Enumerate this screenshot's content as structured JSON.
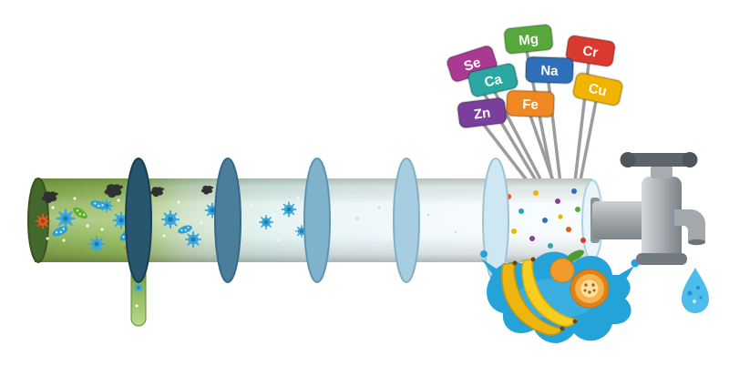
{
  "illustration": {
    "mineral_signs": [
      {
        "label": "Se",
        "color": "#a93a92"
      },
      {
        "label": "Mg",
        "color": "#57a83b"
      },
      {
        "label": "Cr",
        "color": "#d93a30"
      },
      {
        "label": "Ca",
        "color": "#2aa7a0"
      },
      {
        "label": "Na",
        "color": "#2e6fb7"
      },
      {
        "label": "Cu",
        "color": "#f0b400"
      },
      {
        "label": "Zn",
        "color": "#7a3f9b"
      },
      {
        "label": "Fe",
        "color": "#ef8722"
      }
    ],
    "filter_stages": {
      "disc_colors": [
        "#27566e",
        "#4a7e9b",
        "#7fb3cc",
        "#a7cde0",
        "#cfe7f2"
      ],
      "dirty_water_color": "#8fb857",
      "clean_water_color": "#f2fafd"
    },
    "faucet": {
      "metal_color": "#9aa0a4",
      "handle_color": "#5d646a"
    },
    "water_drop_color": "#4cbdea",
    "splash_color": "#24a3d8",
    "fruit_colors": {
      "banana": "#f7ce1f",
      "orange": "#f29a2b",
      "passion_fruit": "#e0821a"
    }
  }
}
